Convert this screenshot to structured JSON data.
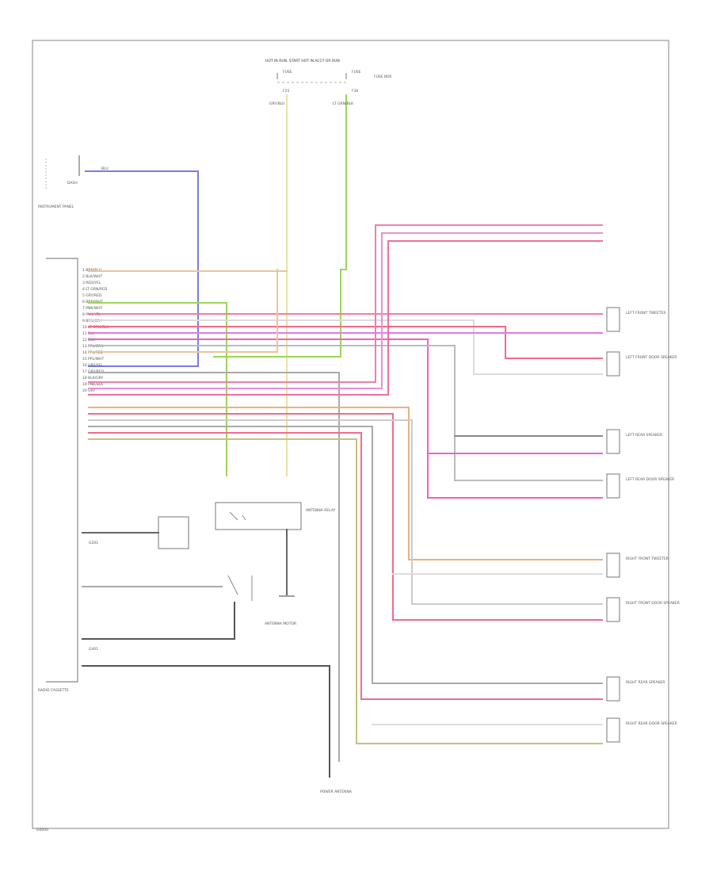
{
  "diagram": {
    "fuse_block_title": "HOT IN RUN, START  HOT IN ACCY OR RUN",
    "fuse_a_label": "FUSE",
    "fuse_b_label": "FUSE",
    "fuse_a_id": "F25",
    "fuse_b_id": "F36",
    "fuse_block_note": "FUSE BOX",
    "instrument_panel_label": "INSTRUMENT PANEL",
    "dash_fuse_label": "DASH",
    "radio_label": "RADIO CASSETTE",
    "antenna_relay_label": "ANTENNA RELAY",
    "antenna_motor_label": "ANTENNA MOTOR",
    "power_antenna_label": "POWER ANTENNA",
    "ground_a_label": "G201",
    "ground_b_label": "G401",
    "speakers": [
      {
        "name": "LEFT FRONT TWEETER"
      },
      {
        "name": "LEFT FRONT DOOR SPEAKER"
      },
      {
        "name": "LEFT REAR SPEAKER"
      },
      {
        "name": "LEFT REAR DOOR SPEAKER"
      },
      {
        "name": "RIGHT FRONT TWEETER"
      },
      {
        "name": "RIGHT FRONT DOOR SPEAKER"
      },
      {
        "name": "RIGHT REAR SPEAKER"
      },
      {
        "name": "RIGHT REAR DOOR SPEAKER"
      }
    ],
    "radio_pins": [
      "1 BRN/BLU",
      "2 BLK/WHT",
      "3 RED/YEL",
      "4 LT GRN/RED",
      "5 GRY/RED",
      "6 BRN/WHT",
      "7 PNK/WHT",
      "8 PNK/YEL",
      "9 BRN/GRY",
      "10 LT GRN/BLK",
      "11 BLU",
      "12 BLK",
      "13 PPL/GRN",
      "14 PPL/RED",
      "15 PPL/WHT",
      "16 GRY/YEL",
      "17 GRY/RED",
      "18 BLK/GRY",
      "19 PNK/BLK",
      "20 GRY"
    ],
    "wire_tags": {
      "tweeter": "GRY/RED",
      "door": "GRY/YEL",
      "rear": "BLK/GRY",
      "pink": "PNK/BLK",
      "red": "GRY/BLU",
      "purple": "PPL/WHT",
      "blue": "BLU",
      "ant": "LT GRN/BLK"
    },
    "footer_code": "G0000"
  }
}
